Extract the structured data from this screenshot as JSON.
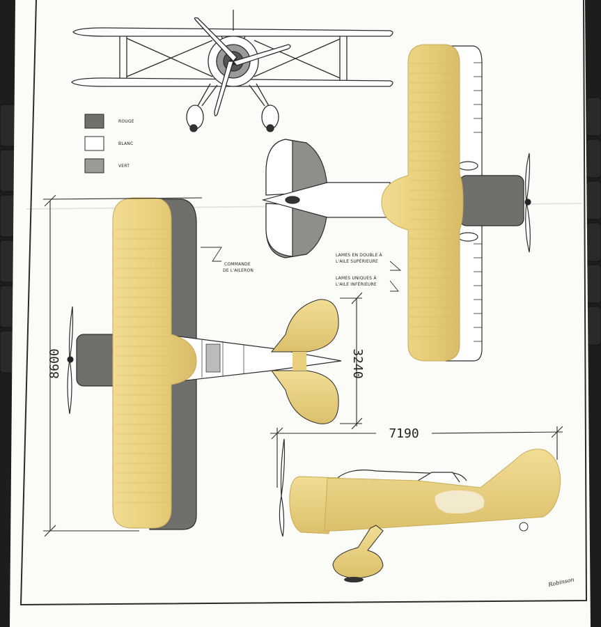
{
  "legend": {
    "rouge": "ROUGE",
    "blanc": "BLANC",
    "vert": "VERT"
  },
  "labels": {
    "aileron_line1": "COMMANDE",
    "aileron_line2": "DE L'AILERON",
    "lames_double_1": "LAMES EN DOUBLE À",
    "lames_double_2": "L'AILE SUPÉRIEURE",
    "lames_uniques_1": "LAMES UNIQUES À",
    "lames_uniques_2": "L'AILE INFÉRIEURE"
  },
  "dimensions": {
    "span": "8600",
    "tail_span": "3240",
    "length": "7190"
  },
  "signature": "Robinson",
  "colors": {
    "resin": "#e9cf7c",
    "resin_shadow": "#cfb262",
    "paper": "#fbfbf8",
    "ink": "#2b2b2b",
    "dark_panel": "#6f6f6c",
    "background": "#1d1d1b"
  }
}
